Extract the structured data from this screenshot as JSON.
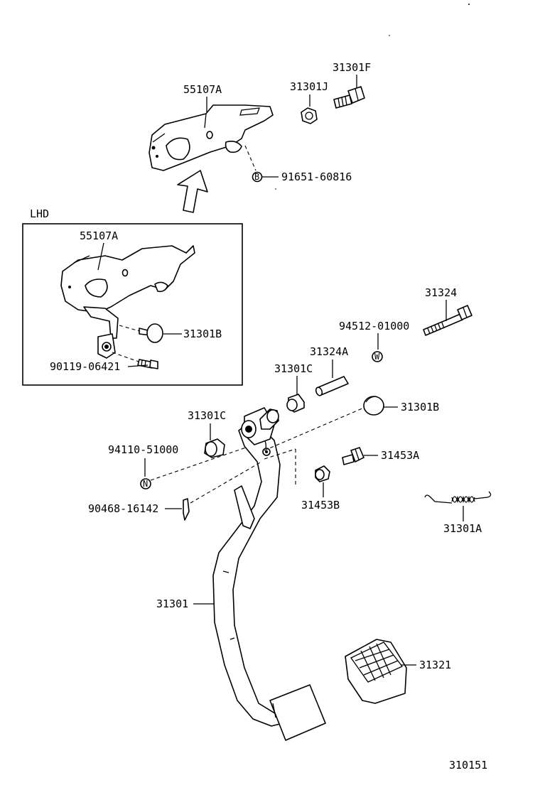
{
  "labels": {
    "bracket_top": "55107A",
    "nut_j": "31301J",
    "bolt_f": "31301F",
    "washer_b_code": "91651-60816",
    "lhd_caption": "LHD",
    "bracket_lhd": "55107A",
    "pin_lhd": "31301B",
    "bolt_lhd": "90119-06421",
    "bolt_31324": "31324",
    "washer_w_code": "94512-01000",
    "pipe": "31324A",
    "bushing_c_upper": "31301C",
    "pin_b_right": "31301B",
    "bushing_c_left": "31301C",
    "nut_n_code": "94110-51000",
    "cushion_a": "31453A",
    "clip_code": "90468-16142",
    "cushion_b": "31453B",
    "spring": "31301A",
    "pedal_arm": "31301",
    "pedal_pad": "31321",
    "diagram_number": "310151"
  },
  "markers": {
    "washer_b": "B",
    "washer_w": "W",
    "nut_n": "N"
  }
}
